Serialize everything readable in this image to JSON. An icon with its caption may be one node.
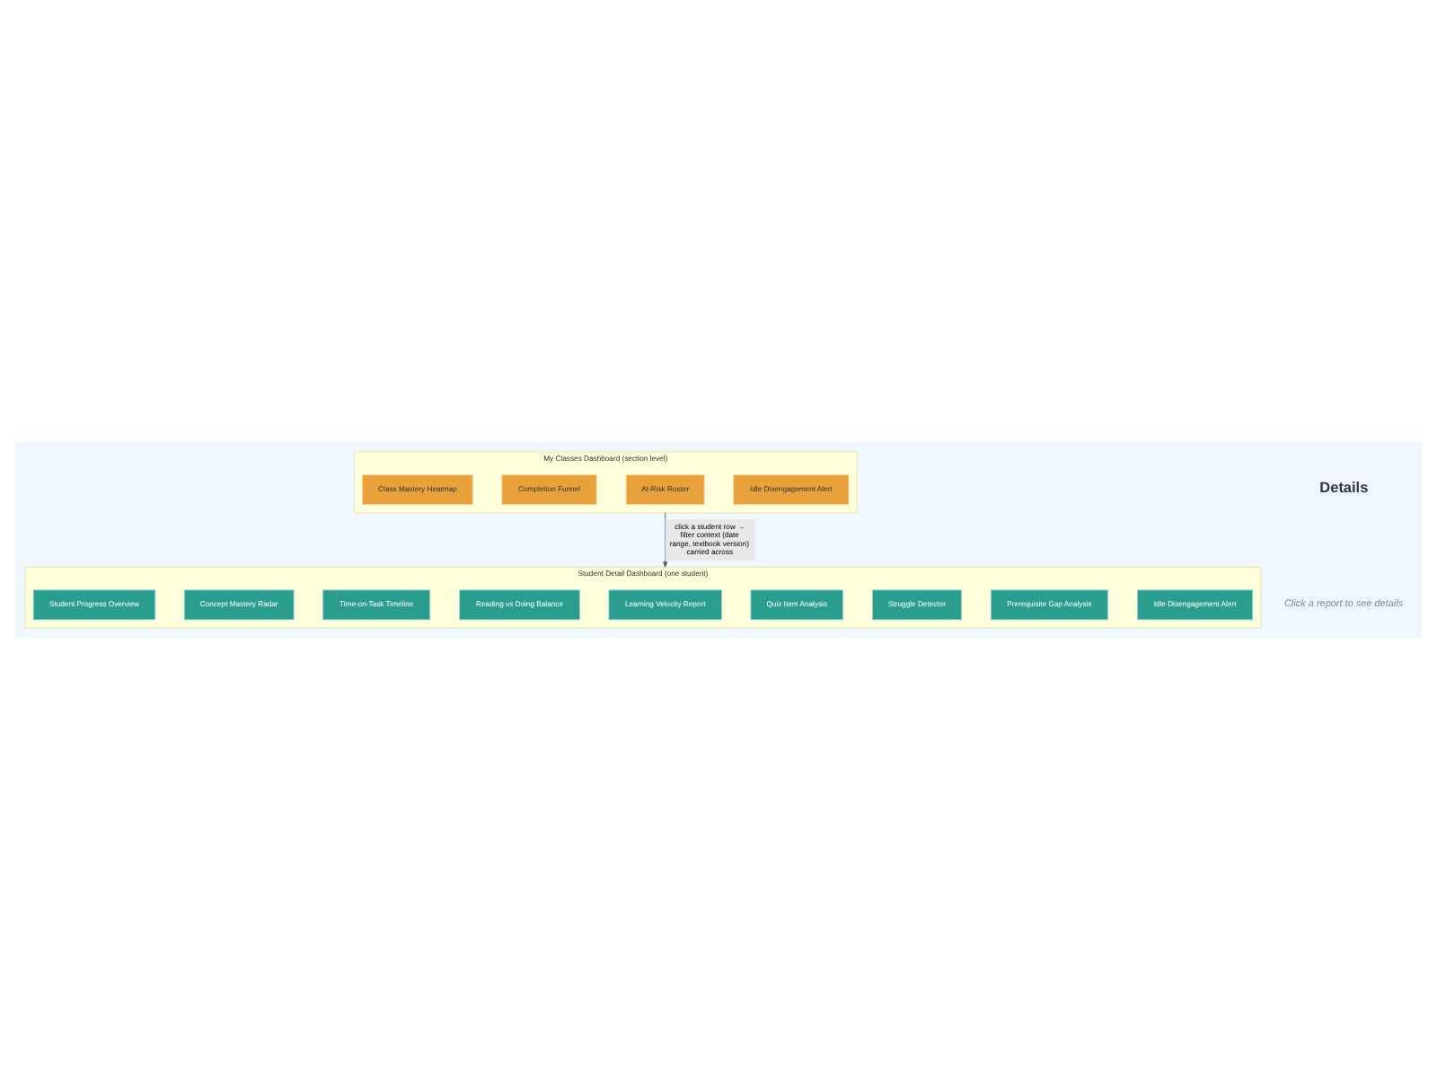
{
  "diagram": {
    "nodes": [
      {
        "text": [
          "My Classes Dashboard (section level)"
        ]
      },
      {
        "text": [
          "Class Mastery Heatmap"
        ],
        "in": 0
      },
      {
        "text": [
          "Completion Funnel"
        ],
        "in": 0
      },
      {
        "text": [
          "At-Risk Roster"
        ],
        "in": 0
      },
      {
        "text": [
          "Idle Disengagement Alert"
        ],
        "in": 0
      },
      {
        "text": [
          "Student Detail Dashboard (one student)"
        ]
      },
      {
        "text": [
          "Student Progress Overview"
        ],
        "in": 5
      },
      {
        "text": [
          "Concept Mastery Radar"
        ],
        "in": 5
      },
      {
        "text": [
          "Time-on-Task Timeline"
        ],
        "in": 5
      },
      {
        "text": [
          "Reading vs Doing Balance"
        ],
        "in": 5
      },
      {
        "text": [
          "Learning Velocity Report"
        ],
        "in": 5
      },
      {
        "text": [
          "Quiz Item Analysis"
        ],
        "in": 5
      },
      {
        "text": [
          "Struggle Detector"
        ],
        "in": 5
      },
      {
        "text": [
          "Prerequisite Gap Analysis"
        ],
        "in": 5
      },
      {
        "text": [
          "Idle Disengagement Alert"
        ],
        "in": 5
      }
    ],
    "edges": [
      {
        "from": 0,
        "to": 5,
        "arrow": "to",
        "label": "click a student row → filter context (date range, textbook version) carried across"
      }
    ],
    "labels": [
      "Details",
      "Click a report to see details"
    ]
  }
}
